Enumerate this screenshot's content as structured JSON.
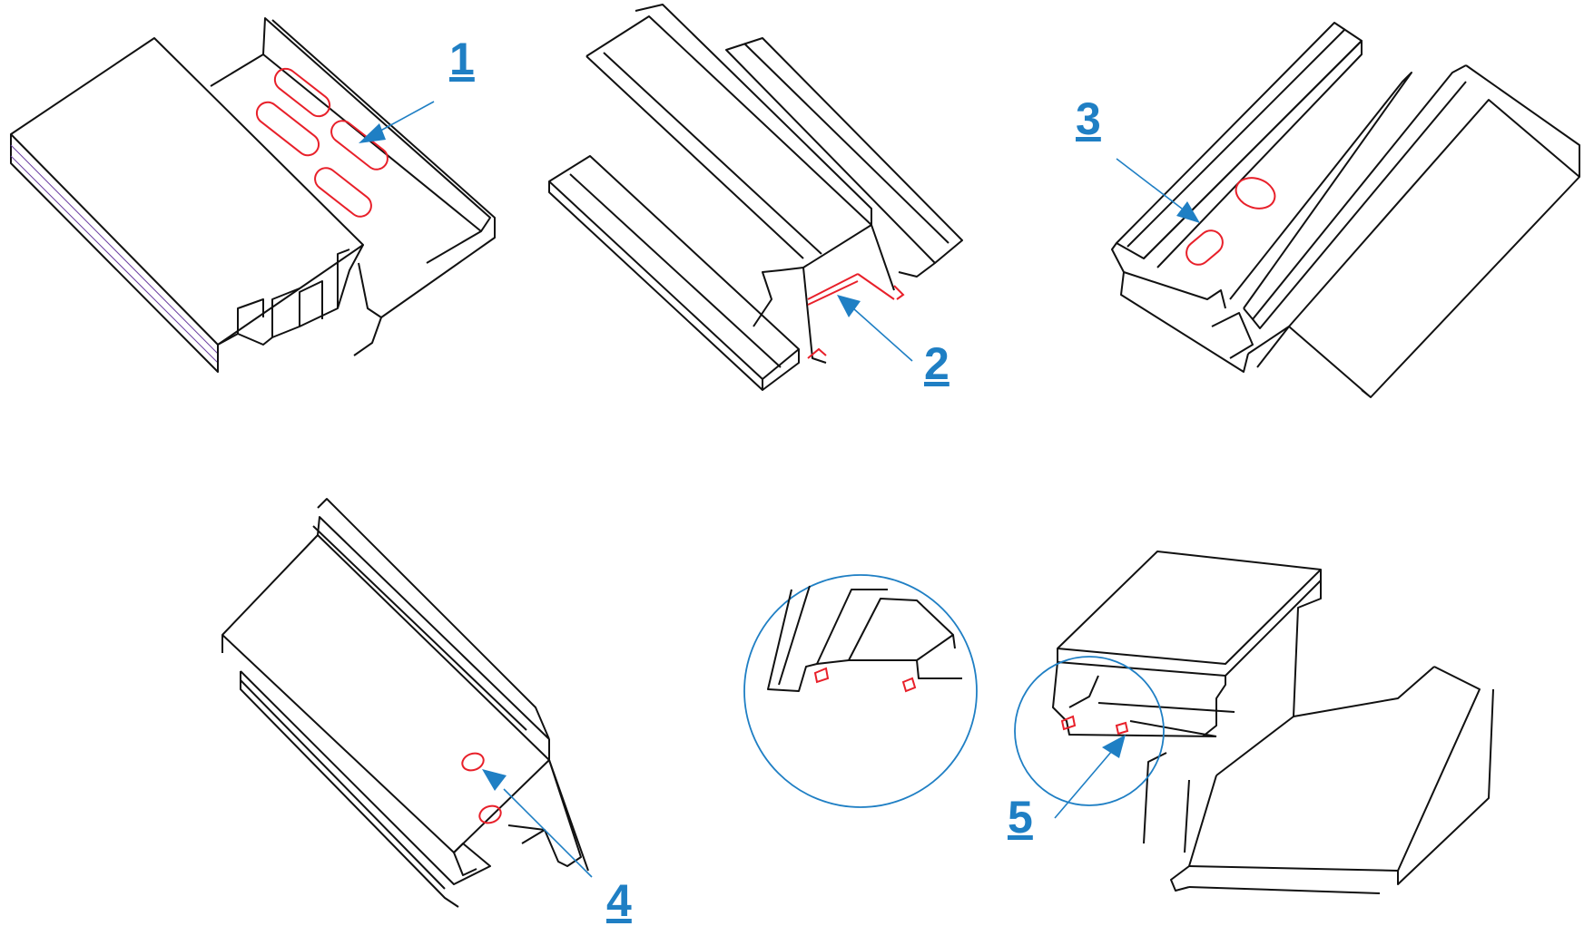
{
  "callouts": [
    {
      "label": "1"
    },
    {
      "label": "2"
    },
    {
      "label": "3"
    },
    {
      "label": "4"
    },
    {
      "label": "5"
    }
  ],
  "colors": {
    "outline": "#111111",
    "highlight": "#e8202a",
    "callout": "#1f7fc4"
  }
}
